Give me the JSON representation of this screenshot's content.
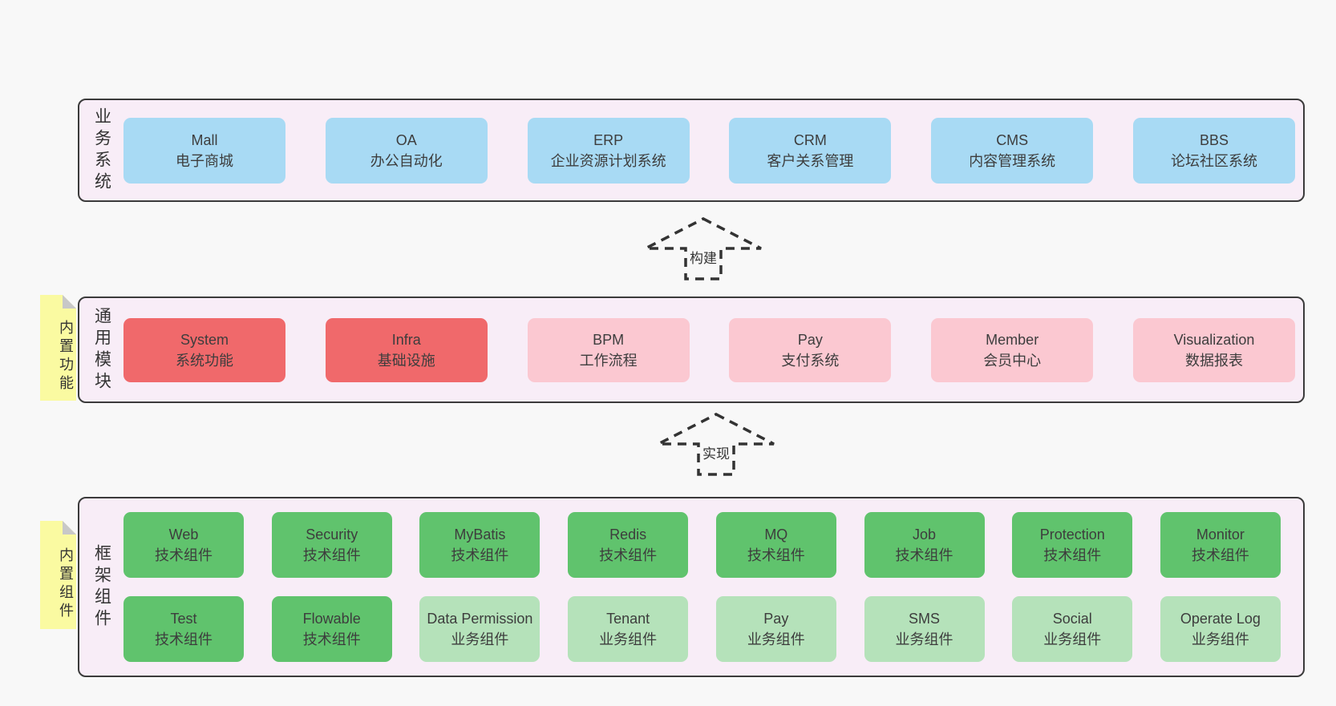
{
  "colors": {
    "page_bg": "#f8f8f8",
    "band_bg": "#f8edf7",
    "band_border": "#3b3b3b",
    "blue": "#a8daf4",
    "red": "#f0696b",
    "pink": "#fbc8d1",
    "green_dark": "#60c36d",
    "green_light": "#b5e2ba",
    "sticky_yellow": "#fafaa1",
    "sticky_fold": "#c8c8c8",
    "text": "#3d3d3d"
  },
  "arrows": {
    "build": "构建",
    "implement": "实现"
  },
  "bands": {
    "business": {
      "label": "业务系统",
      "boxes": [
        {
          "title": "Mall",
          "subtitle": "电子商城",
          "color": "#a8daf4"
        },
        {
          "title": "OA",
          "subtitle": "办公自动化",
          "color": "#a8daf4"
        },
        {
          "title": "ERP",
          "subtitle": "企业资源计划系统",
          "color": "#a8daf4"
        },
        {
          "title": "CRM",
          "subtitle": "客户关系管理",
          "color": "#a8daf4"
        },
        {
          "title": "CMS",
          "subtitle": "内容管理系统",
          "color": "#a8daf4"
        },
        {
          "title": "BBS",
          "subtitle": "论坛社区系统",
          "color": "#a8daf4"
        }
      ]
    },
    "modules": {
      "label": "通用模块",
      "sticky": "内置功能",
      "boxes": [
        {
          "title": "System",
          "subtitle": "系统功能",
          "color": "#f0696b"
        },
        {
          "title": "Infra",
          "subtitle": "基础设施",
          "color": "#f0696b"
        },
        {
          "title": "BPM",
          "subtitle": "工作流程",
          "color": "#fbc8d1"
        },
        {
          "title": "Pay",
          "subtitle": "支付系统",
          "color": "#fbc8d1"
        },
        {
          "title": "Member",
          "subtitle": "会员中心",
          "color": "#fbc8d1"
        },
        {
          "title": "Visualization",
          "subtitle": "数据报表",
          "color": "#fbc8d1"
        }
      ]
    },
    "components": {
      "label": "框架组件",
      "sticky": "内置组件",
      "row1": [
        {
          "title": "Web",
          "subtitle": "技术组件",
          "color": "#60c36d"
        },
        {
          "title": "Security",
          "subtitle": "技术组件",
          "color": "#60c36d"
        },
        {
          "title": "MyBatis",
          "subtitle": "技术组件",
          "color": "#60c36d"
        },
        {
          "title": "Redis",
          "subtitle": "技术组件",
          "color": "#60c36d"
        },
        {
          "title": "MQ",
          "subtitle": "技术组件",
          "color": "#60c36d"
        },
        {
          "title": "Job",
          "subtitle": "技术组件",
          "color": "#60c36d"
        },
        {
          "title": "Protection",
          "subtitle": "技术组件",
          "color": "#60c36d"
        },
        {
          "title": "Monitor",
          "subtitle": "技术组件",
          "color": "#60c36d"
        }
      ],
      "row2": [
        {
          "title": "Test",
          "subtitle": "技术组件",
          "color": "#60c36d"
        },
        {
          "title": "Flowable",
          "subtitle": "技术组件",
          "color": "#60c36d"
        },
        {
          "title": "Data Permission",
          "subtitle": "业务组件",
          "color": "#b5e2ba"
        },
        {
          "title": "Tenant",
          "subtitle": "业务组件",
          "color": "#b5e2ba"
        },
        {
          "title": "Pay",
          "subtitle": "业务组件",
          "color": "#b5e2ba"
        },
        {
          "title": "SMS",
          "subtitle": "业务组件",
          "color": "#b5e2ba"
        },
        {
          "title": "Social",
          "subtitle": "业务组件",
          "color": "#b5e2ba"
        },
        {
          "title": "Operate Log",
          "subtitle": "业务组件",
          "color": "#b5e2ba"
        }
      ]
    }
  }
}
